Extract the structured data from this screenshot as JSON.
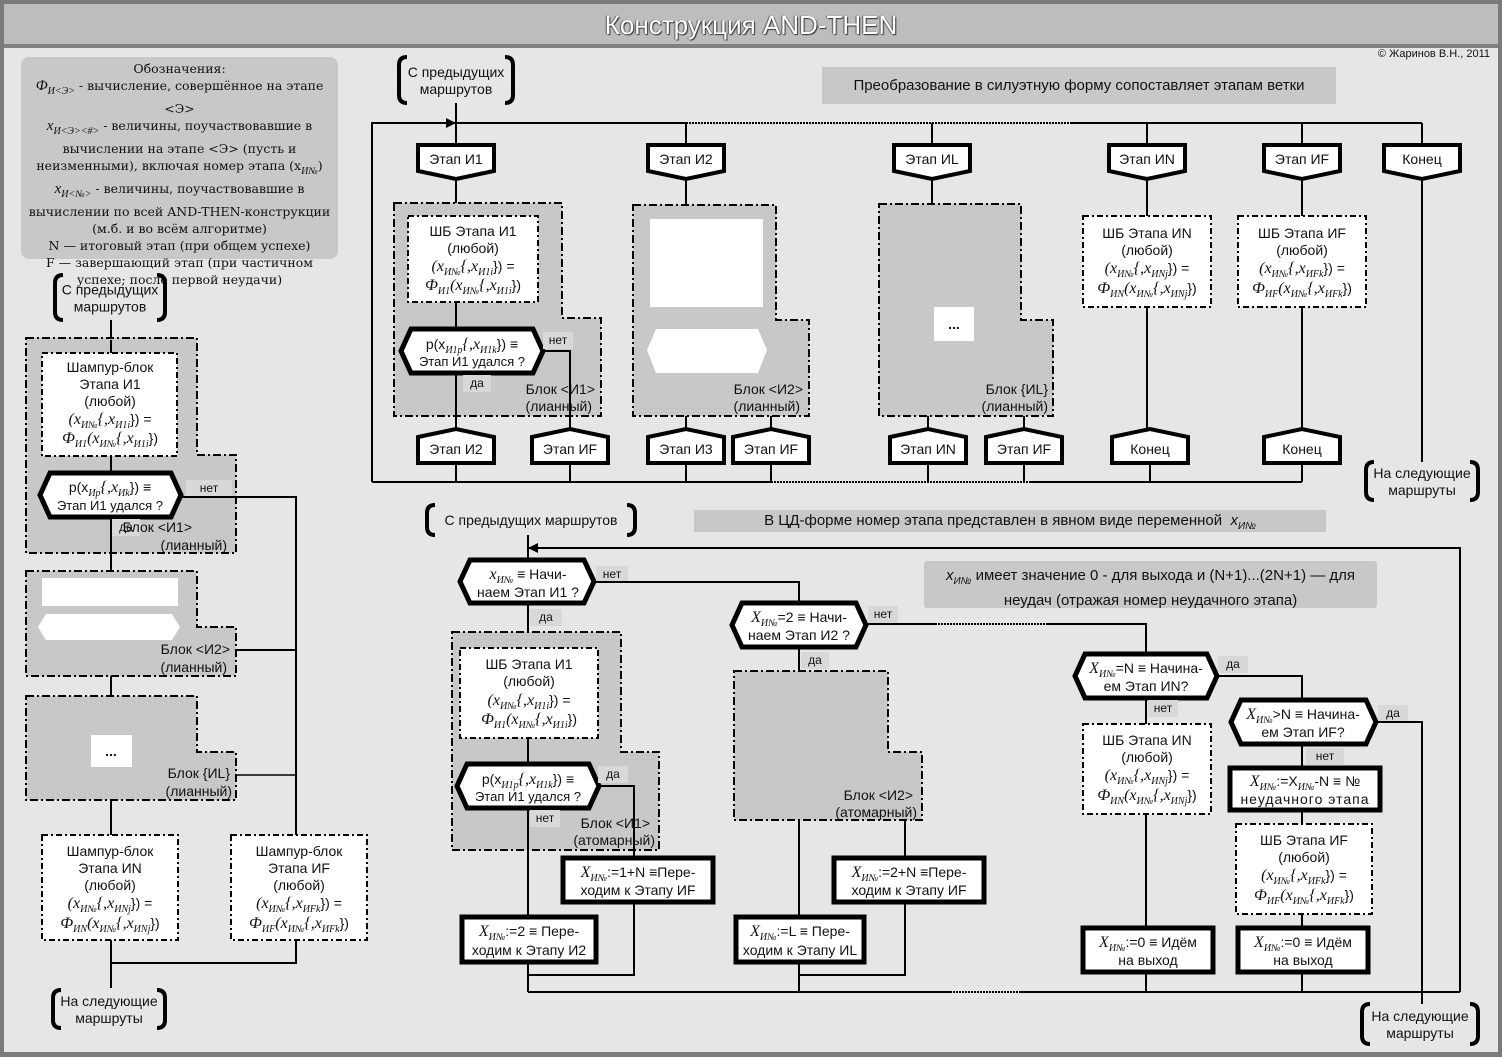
{
  "title": "Конструкция AND-THEN",
  "copyright": "© Жаринов В.Н., 2011",
  "legend": {
    "heading": "Обозначения:",
    "lines": [
      {
        "sym": "Ф",
        "sub": "И<Э>",
        "text": " - вычисление, совершённое на этапе <Э>"
      },
      {
        "sym": "x",
        "sub": "И<Э><#>",
        "text": " - величины, поучаствовавшие в вычислении на этапе <Э> (пусть и неизменными), включая номер этапа (x",
        "sub2": "И№",
        "tail": ")"
      },
      {
        "sym": "x",
        "sub": "И<№>",
        "text": " - величины, поучаствовавшие в вычислении по всей AND-THEN-конструкции (м.б. и во всём алгоритме)"
      },
      {
        "text": "N — итоговый этап (при общем успехе)"
      },
      {
        "text": "F — завершающий этап (при частичном успехе; после первой неудачи)"
      }
    ]
  },
  "notes": {
    "silhouette": "Преобразование в силуэтную форму сопоставляет этапам ветки",
    "cd_form": "В ЦД-форме номер этапа представлен в явном виде переменной",
    "cd_form_var": "x",
    "cd_form_var_sub": "И№",
    "values_line1": "имеет значение 0 - для выхода и (N+1)...(2N+1) — для",
    "values_line2": "неудач (отражая номер неудачного этапа)",
    "values_var": "x",
    "values_var_sub": "И№"
  },
  "terminals": {
    "from_prev": [
      "С предыдущих",
      "маршрутов"
    ],
    "from_prev_one_line": "С предыдущих маршрутов",
    "to_next": [
      "На следующие",
      "маршруты"
    ]
  },
  "labels": {
    "yes": "да",
    "no": "нет",
    "ellipsis": "..."
  },
  "left_column": {
    "sb1": [
      "Шампур-блок",
      "Этапа И1",
      "(любой)",
      "(x",
      "И№",
      "{,x",
      "И1i",
      "}) =",
      "Ф",
      "И1",
      "(x",
      "И№",
      "{,x",
      "И1i",
      "})"
    ],
    "cond1": [
      "p(x",
      "Ир",
      "{,x",
      "Иk",
      "}) ≡",
      "Этап И1 удался ?"
    ],
    "block_i1": [
      "Блок <И1>",
      "(лианный)"
    ],
    "block_i2": [
      "Блок <И2>",
      "(лианный)"
    ],
    "block_il": [
      "Блок {ИL}",
      "(лианный)"
    ],
    "sbN": [
      "Шампур-блок",
      "Этапа ИN",
      "(любой)"
    ],
    "sbF": [
      "Шампур-блок",
      "Этапа ИF",
      "(любой)"
    ]
  },
  "silhouette": {
    "top_stages": [
      "Этап И1",
      "Этап И2",
      "Этап ИL",
      "Этап ИN",
      "Этап ИF",
      "Конец"
    ],
    "bottom_stages": [
      "Этап И2",
      "Этап ИF",
      "Этап И3",
      "Этап ИF",
      "Этап ИN",
      "Этап ИF",
      "Конец",
      "Конец"
    ],
    "sb1_title": "ШБ Этапа И1",
    "sbN_title": "ШБ Этапа ИN",
    "sbF_title": "ШБ Этапа ИF",
    "any": "(любой)",
    "cond_line2": "Этап И1 удался ?",
    "block_i1": [
      "Блок <И1>",
      "(лианный)"
    ],
    "block_i2": [
      "Блок <И2>",
      "(лианный)"
    ],
    "block_il": [
      "Блок {ИL}",
      "(лианный)"
    ]
  },
  "cd_form": {
    "q1": [
      "=1 ≡ Начи-",
      "наем Этап И1 ?"
    ],
    "q2": [
      "=2 ≡ Начи-",
      "наем Этап И2 ?"
    ],
    "qN": [
      "=N ≡ Начина-",
      "ем Этап ИN?"
    ],
    "qF": [
      ">N ≡ Начина-",
      "ем Этап ИF?"
    ],
    "sb1_title": "ШБ Этапа И1",
    "cond_line2": "Этап И1 удался ?",
    "block_i1": [
      "Блок <И1>",
      "(атомарный)"
    ],
    "block_i2": [
      "Блок <И2>",
      "(атомарный)"
    ],
    "set_1N": [
      ":=1+N ≡Пере-",
      "ходим к Этапу ИF"
    ],
    "set_2": [
      ":=2 ≡ Пере-",
      "ходим к Этапу И2"
    ],
    "set_2N": [
      ":=2+N ≡Пере-",
      "ходим к Этапу ИF"
    ],
    "set_L": [
      ":=L ≡ Пере-",
      "ходим к Этапу ИL"
    ],
    "set_fail": [
      ":=X",
      "-N ≡ №",
      "неудачного этапа"
    ],
    "exit": [
      ":=0 ≡ Идём",
      "на выход"
    ],
    "sbN_title": "ШБ Этапа ИN",
    "sbF_title": "ШБ Этапа ИF"
  }
}
